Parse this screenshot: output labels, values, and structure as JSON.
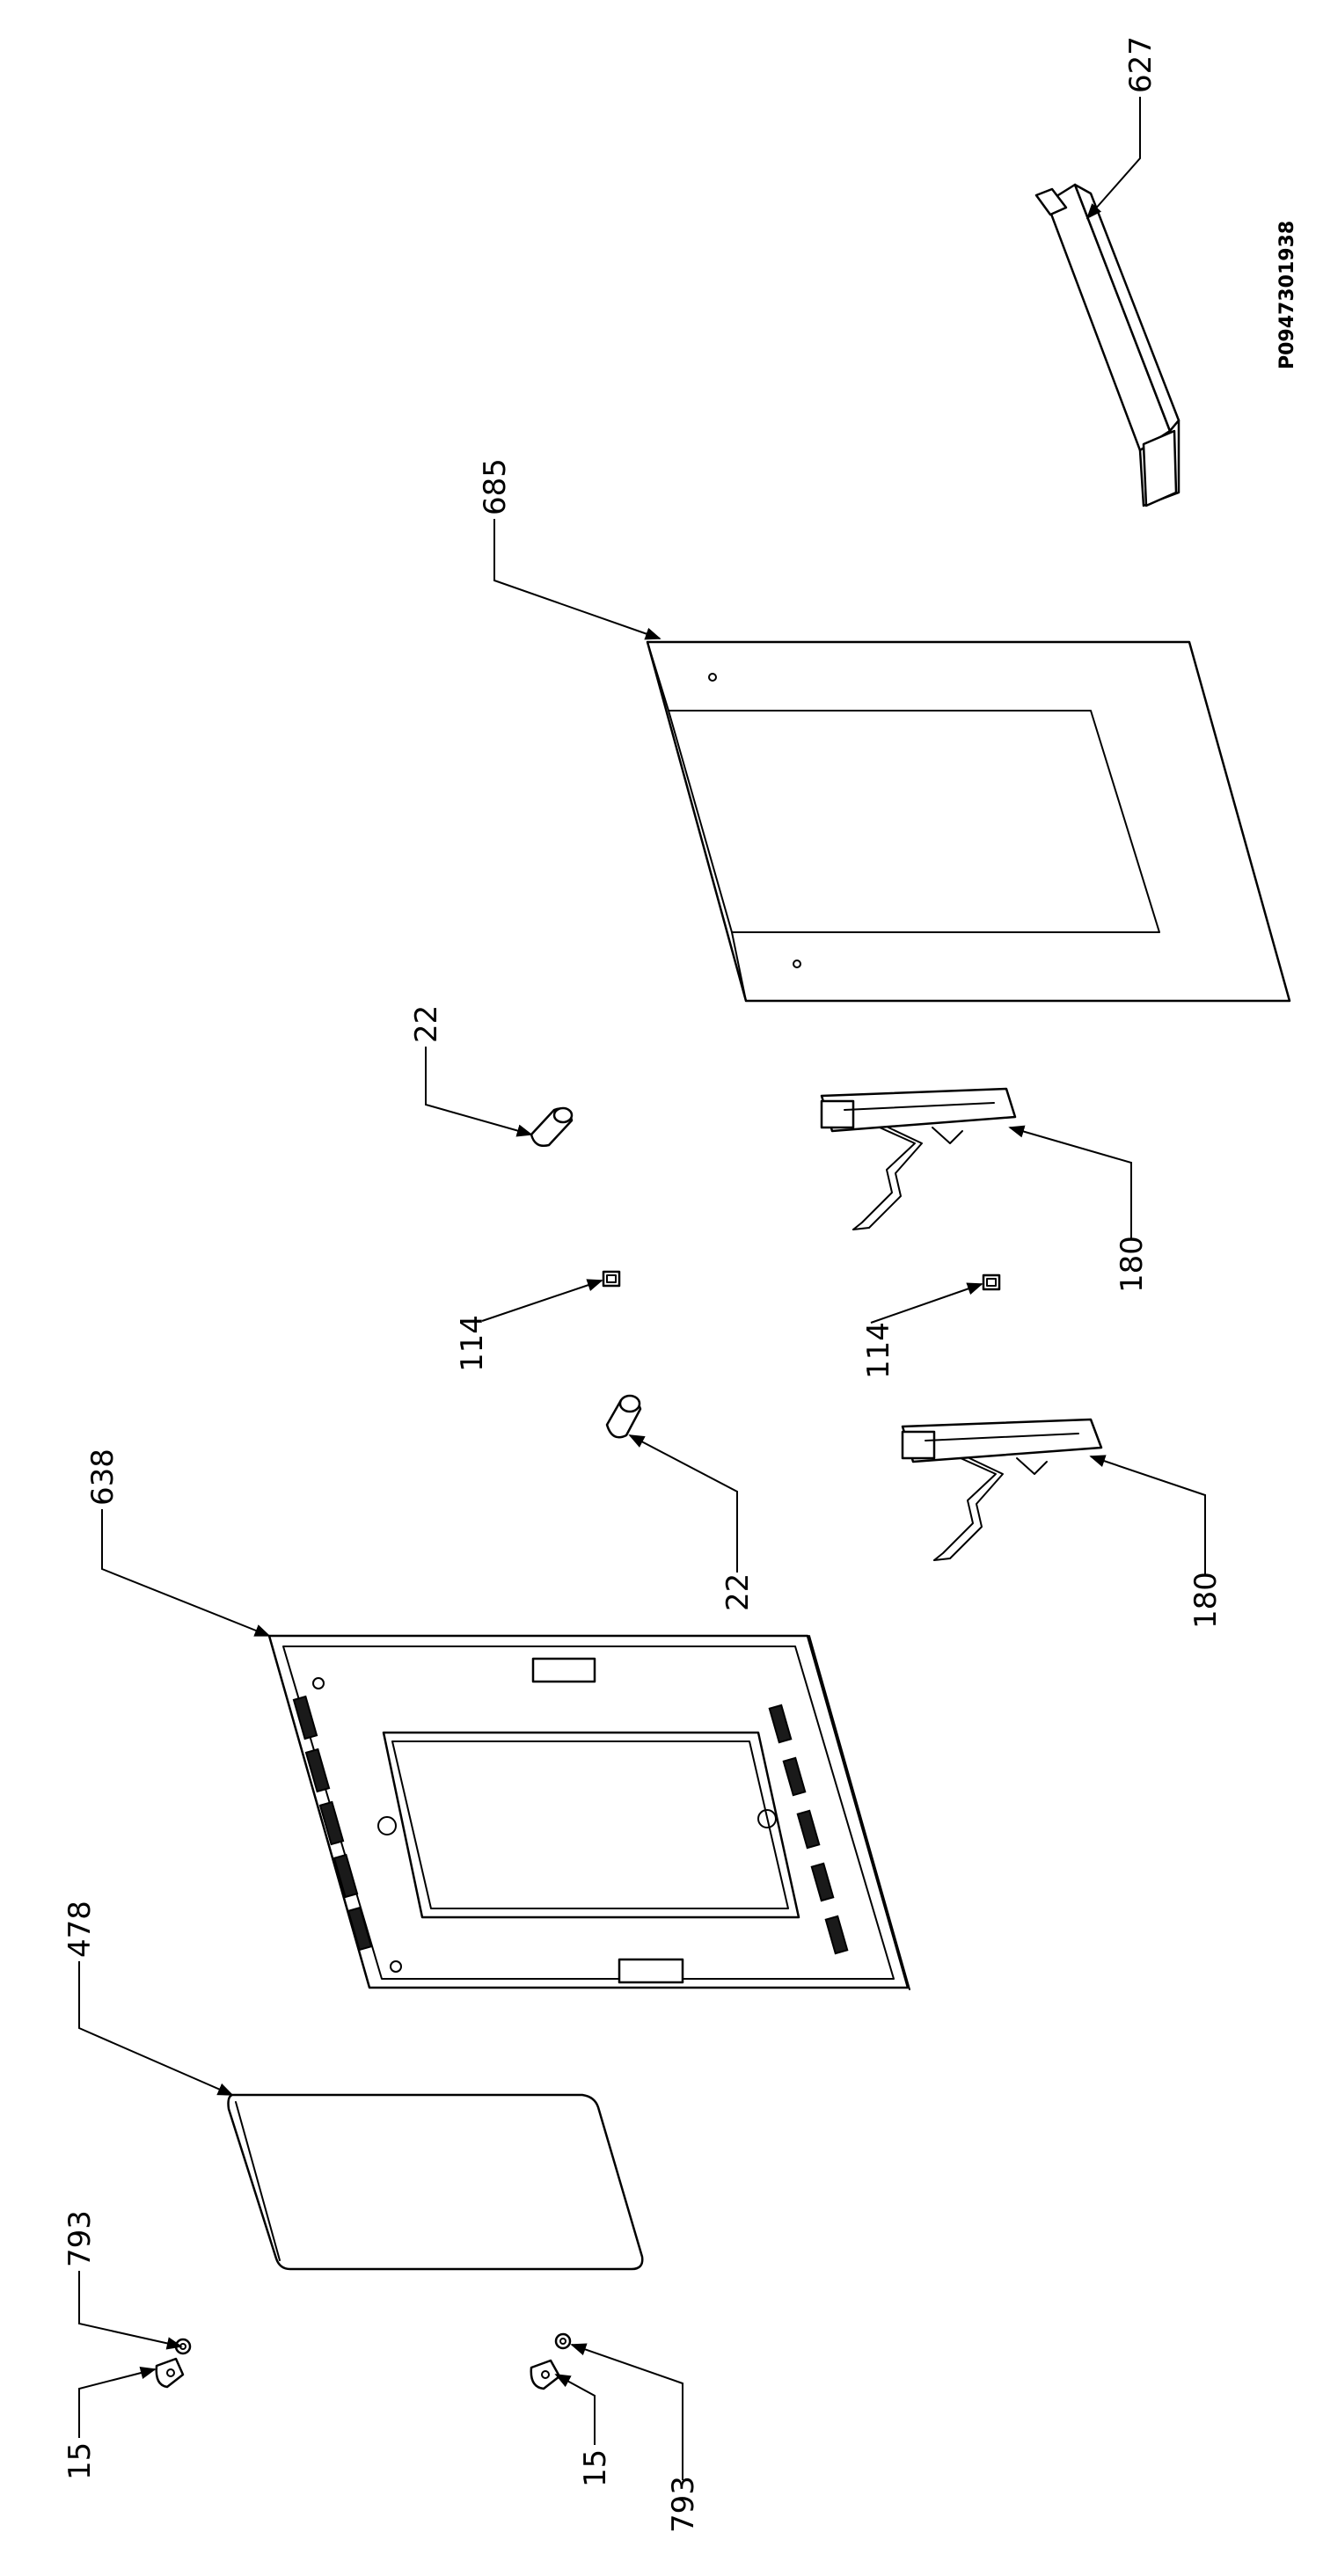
{
  "drawing": {
    "code": "P0947301938"
  },
  "callouts": [
    {
      "id": "c627",
      "label": "627"
    },
    {
      "id": "c685",
      "label": "685"
    },
    {
      "id": "c22a",
      "label": "22"
    },
    {
      "id": "c114a",
      "label": "114"
    },
    {
      "id": "c180a",
      "label": "180"
    },
    {
      "id": "c114b",
      "label": "114"
    },
    {
      "id": "c638",
      "label": "638"
    },
    {
      "id": "c22b",
      "label": "22"
    },
    {
      "id": "c180b",
      "label": "180"
    },
    {
      "id": "c478",
      "label": "478"
    },
    {
      "id": "c793a",
      "label": "793"
    },
    {
      "id": "c15a",
      "label": "15"
    },
    {
      "id": "c15b",
      "label": "15"
    },
    {
      "id": "c793b",
      "label": "793"
    }
  ]
}
